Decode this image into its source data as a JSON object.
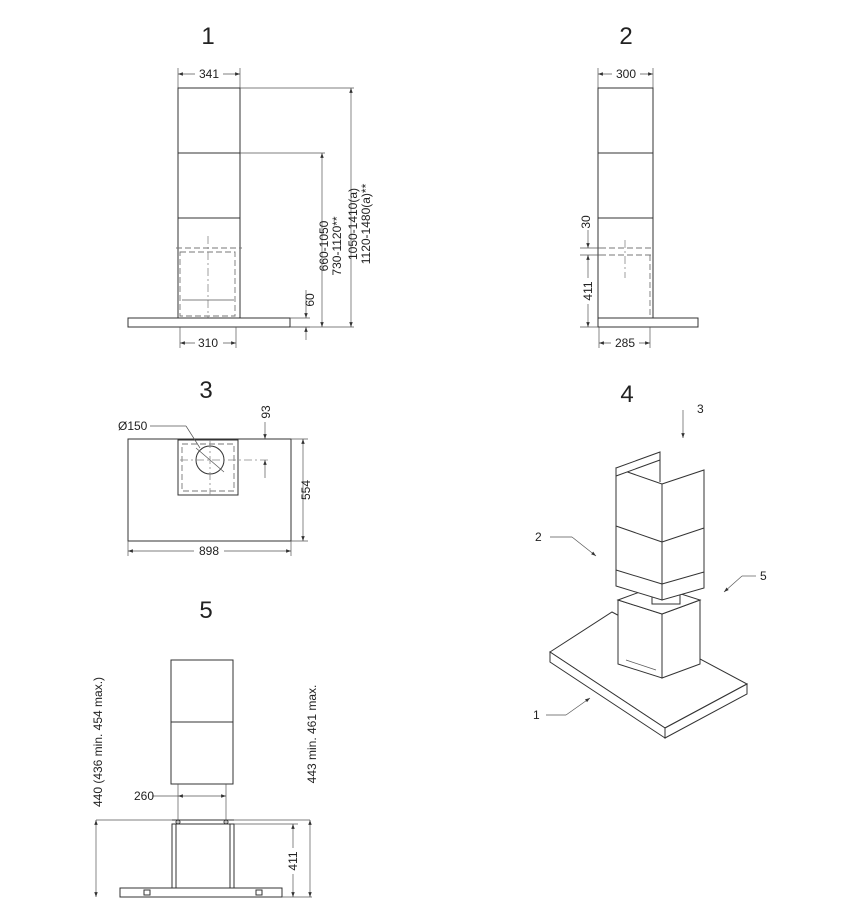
{
  "views": [
    {
      "label": "1",
      "dims": {
        "top_width": "341",
        "bottom_width": "310",
        "base_height": "60",
        "heights": [
          "660-1050",
          "730-1120**",
          "1050-1410(a)",
          "1120-1480(a)**"
        ]
      }
    },
    {
      "label": "2",
      "dims": {
        "top_width": "300",
        "bottom_width": "285",
        "gap": "30",
        "lower_height": "411"
      }
    },
    {
      "label": "3",
      "dims": {
        "duct_diameter": "Ø150",
        "offset": "93",
        "depth": "554",
        "width": "898"
      }
    },
    {
      "label": "4",
      "callouts": [
        "3",
        "2",
        "5",
        "1"
      ]
    },
    {
      "label": "5",
      "dims": {
        "left_height": "440 (436 min. 454 max.)",
        "right_height": "443 min. 461 max.",
        "inner_width": "260",
        "lower_height": "411"
      }
    }
  ]
}
